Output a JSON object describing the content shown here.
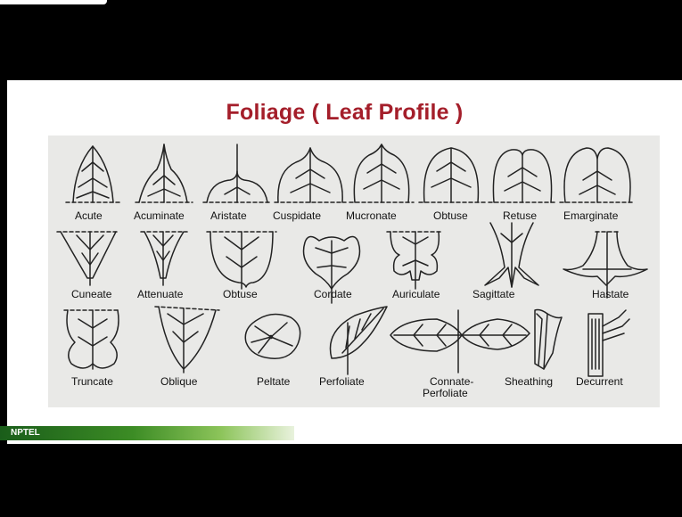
{
  "slide": {
    "title": "Foliage  ( Leaf Profile )",
    "footer_logo": "NPTEL"
  },
  "leaf_labels": {
    "row1": [
      "Acute",
      "Acuminate",
      "Aristate",
      "Cuspidate",
      "Mucronate",
      "Obtuse",
      "Retuse",
      "Emarginate"
    ],
    "row2": [
      "Cuneate",
      "Attenuate",
      "Obtuse",
      "Cordate",
      "Auriculate",
      "Sagittate",
      "Hastate"
    ],
    "row3": [
      "Truncate",
      "Oblique",
      "Peltate",
      "Perfoliate",
      "Connate-",
      "Perfoliate",
      "Sheathing",
      "Decurrent"
    ]
  },
  "colors": {
    "title": "#a41e2a",
    "nptel_bar_start": "#1a5d1a",
    "figure_bg": "#e9e9e7"
  }
}
